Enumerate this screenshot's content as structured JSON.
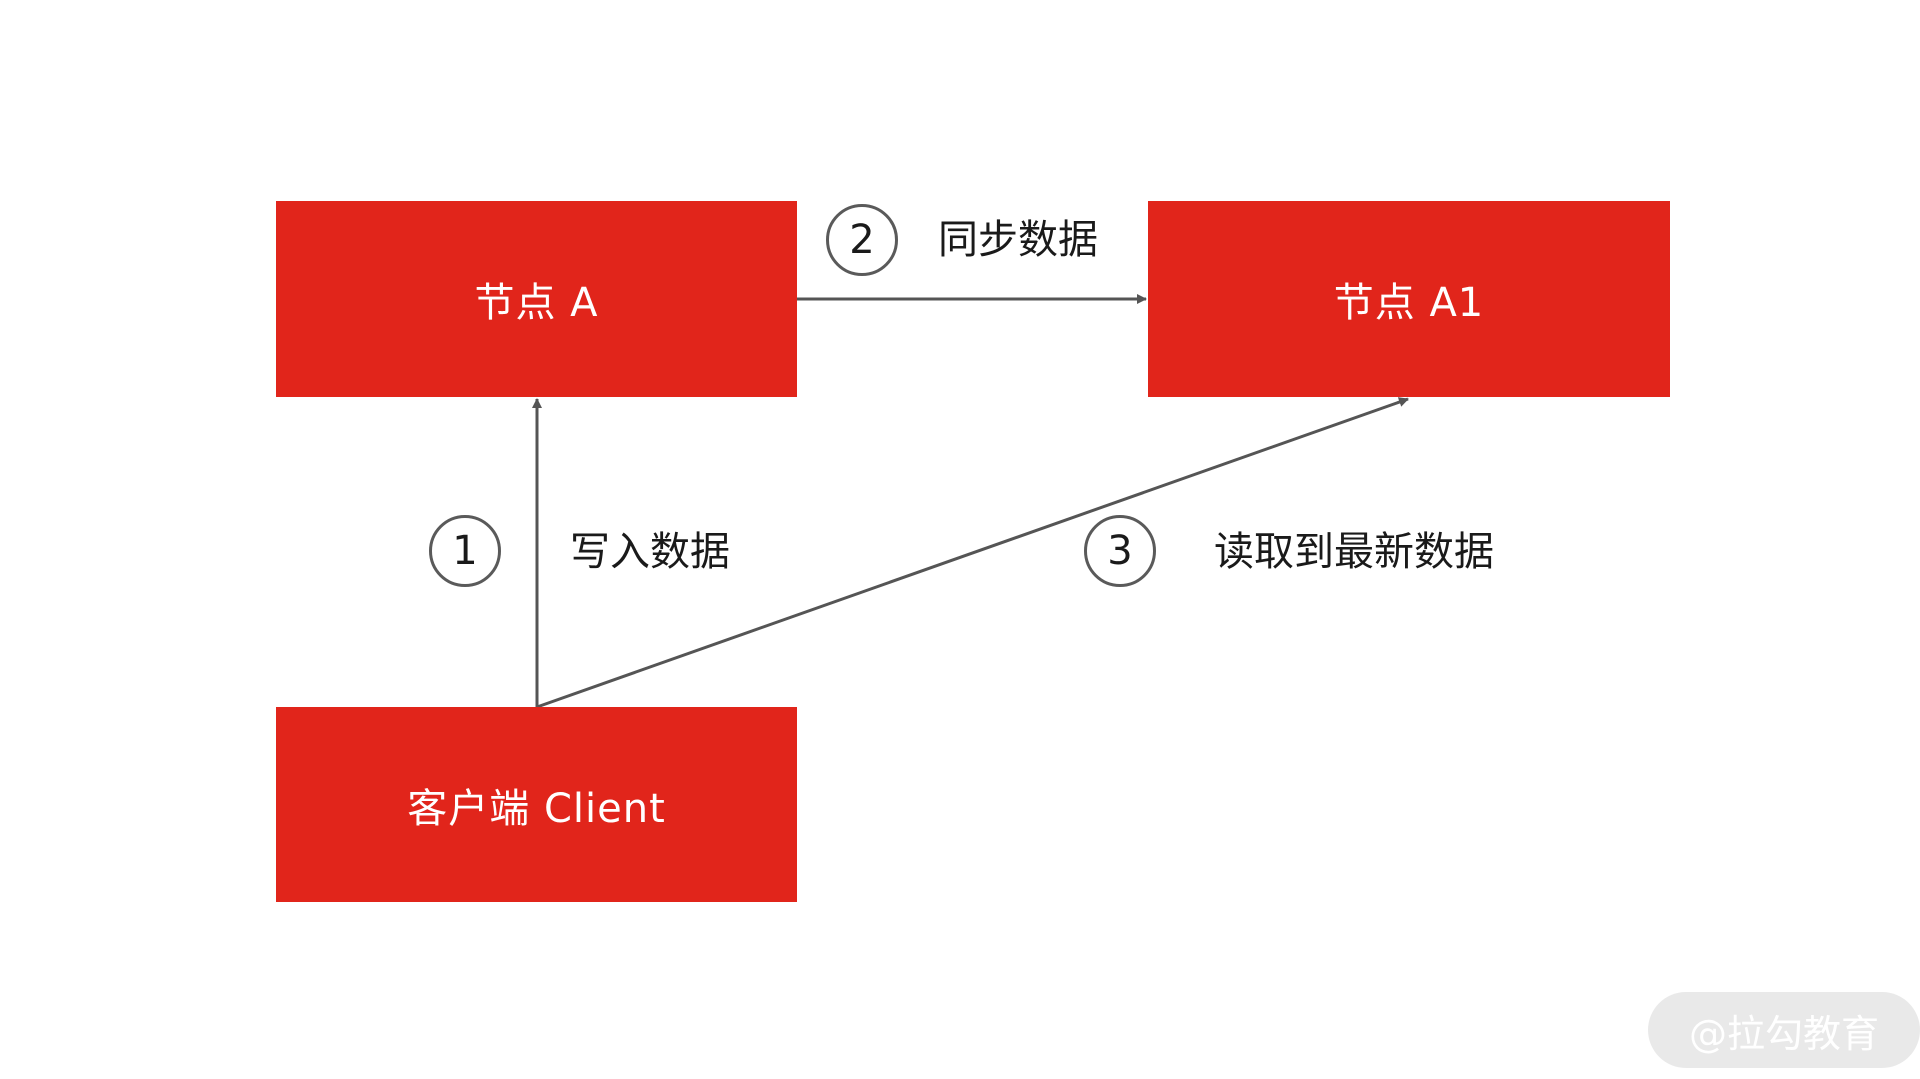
{
  "diagram": {
    "nodes": {
      "node_a": "节点 A",
      "node_a1": "节点 A1",
      "client": "客户端 Client"
    },
    "steps": [
      {
        "number": "1",
        "label": "写入数据"
      },
      {
        "number": "2",
        "label": "同步数据"
      },
      {
        "number": "3",
        "label": "读取到最新数据"
      }
    ],
    "colors": {
      "node_fill": "#e1251b",
      "arrow": "#555555"
    }
  },
  "watermark": "@拉勾教育"
}
